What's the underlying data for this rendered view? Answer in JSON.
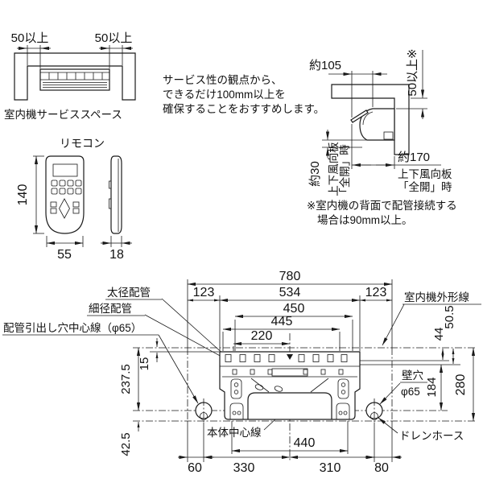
{
  "service_space": {
    "dim_left": "50以上",
    "dim_right": "50以上",
    "caption": "室内機サービススペース"
  },
  "advice": {
    "l1": "サービス性の観点から、",
    "l2": "できるだけ100mm以上を",
    "l3": "確保することをおすすめします。"
  },
  "side": {
    "d105": "約105",
    "d50": "50以上※",
    "d30": "約30",
    "flap1": "上下風向板",
    "flap2": "「全開」時",
    "d170": "約170",
    "open1": "上下風向板",
    "open2": "「全開」時",
    "note1": "※室内機の背面で配管接続する",
    "note2": "場合は90mm以上。"
  },
  "remote": {
    "title": "リモコン",
    "h": "140",
    "w": "55",
    "d": "18"
  },
  "plate": {
    "d780": "780",
    "d123l": "123",
    "d534": "534",
    "d123r": "123",
    "d450": "450",
    "d445": "445",
    "d220": "220",
    "d44": "44",
    "d505": "50.5",
    "d184": "184",
    "d280": "280",
    "d15": "15",
    "d2375": "237.5",
    "d425": "42.5",
    "d440": "440",
    "d60": "60",
    "d330": "330",
    "d310": "310",
    "d80": "80",
    "thick": "太径配管",
    "thin": "細径配管",
    "pipe_center": "配管引出し穴中心線（φ65）",
    "outline": "室内機外形線",
    "wall_hole": "壁穴",
    "wall_hole_dia": "φ65",
    "body_center": "本体中心線",
    "drain": "ドレンホース"
  }
}
